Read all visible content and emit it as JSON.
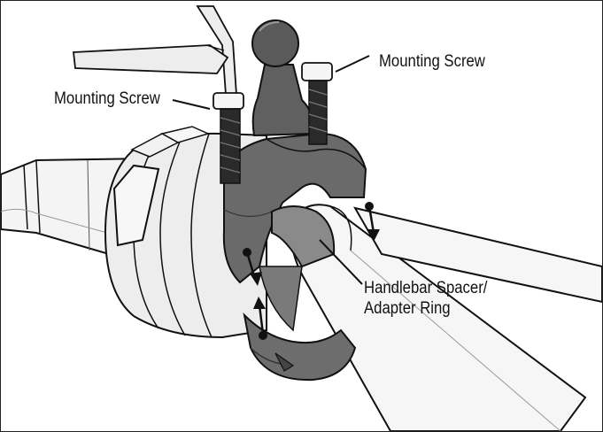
{
  "callouts": {
    "mounting_screw_right": "Mounting Screw",
    "mounting_screw_left": "Mounting Screw",
    "spacer_line1": "Handlebar Spacer/",
    "spacer_line2": "Adapter Ring"
  },
  "colors": {
    "outline": "#111111",
    "clamp_dark": "#5a5a5a",
    "clamp_mid": "#747474",
    "clamp_light": "#9a9a9a",
    "bar_fill": "#f4f4f4",
    "screw": "#2a2a2a"
  }
}
